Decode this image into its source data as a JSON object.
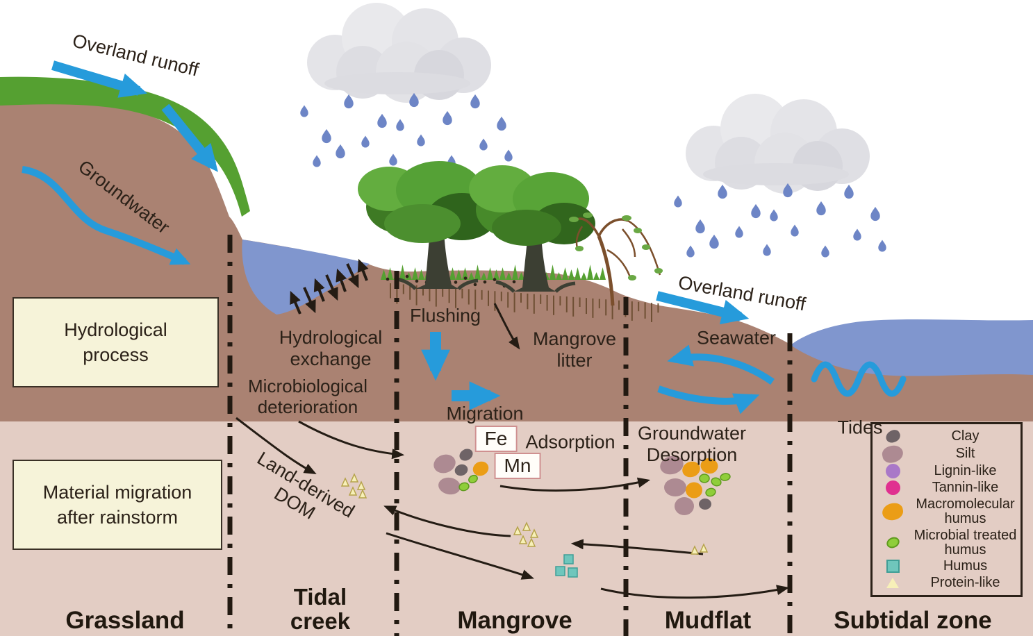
{
  "figure": {
    "description": "Coastal wetland cross-section diagram of hydrological processes and material migration after rainstorm"
  },
  "annotations": {
    "overland_runoff_left": "Overland runoff",
    "groundwater": "Groundwater",
    "hydrological_exchange_1": "Hydrological",
    "hydrological_exchange_2": "exchange",
    "microbiological_1": "Microbiological",
    "microbiological_2": "deterioration",
    "flushing": "Flushing",
    "mangrove_litter_1": "Mangrove",
    "mangrove_litter_2": "litter",
    "migration": "Migration",
    "fe": "Fe",
    "mn": "Mn",
    "adsorption": "Adsorption",
    "overland_runoff_right": "Overland runoff",
    "seawater": "Seawater",
    "groundwater_desorption_1": "Groundwater",
    "groundwater_desorption_2": "Desorption",
    "tides": "Tides",
    "land_derived_1": "Land-derived",
    "land_derived_2": "DOM"
  },
  "process_boxes": {
    "hydrological": {
      "line1": "Hydrological",
      "line2": "process"
    },
    "material": {
      "line1": "Material migration",
      "line2": "after rainstorm"
    }
  },
  "zones": [
    {
      "id": "grassland",
      "label": "Grassland"
    },
    {
      "id": "tidal-creek",
      "label": "Tidal creek"
    },
    {
      "id": "mangrove",
      "label": "Mangrove"
    },
    {
      "id": "mudflat",
      "label": "Mudflat"
    },
    {
      "id": "subtidal-zone",
      "label": "Subtidal zone"
    }
  ],
  "legend": {
    "items": [
      {
        "name": "clay",
        "label": "Clay",
        "color": "#6e6366"
      },
      {
        "name": "silt",
        "label": "Silt",
        "color": "#ad8a92"
      },
      {
        "name": "lignin",
        "label": "Lignin-like",
        "color": "#a978c8"
      },
      {
        "name": "tannin",
        "label": "Tannin-like",
        "color": "#e03090"
      },
      {
        "name": "macro-humus",
        "label": "Macromolecular humus",
        "color": "#eb9d16"
      },
      {
        "name": "microbial-humus",
        "label": "Microbial treated humus",
        "color": "#8fce3a"
      },
      {
        "name": "humus",
        "label": "Humus",
        "color": "#6fc6bc"
      },
      {
        "name": "protein",
        "label": "Protein-like",
        "color": "#f7f0b8"
      }
    ]
  },
  "colors": {
    "arrow_blue": "#269bdb",
    "water_blue": "#8096ce",
    "rain_blue": "#6d85c6",
    "terrain_dark": "#aa8272",
    "band_light": "#e3cdc4",
    "grass_green": "#55a031",
    "canopy_green": "#4c8f2f",
    "box_cream": "#f6f3d9",
    "text_dark": "#2b2118",
    "fe_mn_border": "#cf9090"
  }
}
